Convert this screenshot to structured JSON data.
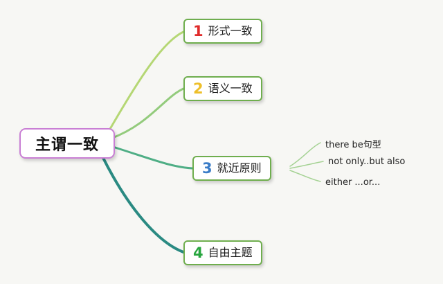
{
  "background_color": "#f7f7f4",
  "root": {
    "label": "主谓一致",
    "border_color": "#c97fd4"
  },
  "branch_border_color": "#6fae4e",
  "branches": [
    {
      "number": "1",
      "label": "形式一致",
      "number_color": "#e02b2b",
      "line_color": "#b5d774"
    },
    {
      "number": "2",
      "label": "语义一致",
      "number_color": "#eebf2a",
      "line_color": "#93cb7c"
    },
    {
      "number": "3",
      "label": "就近原则",
      "number_color": "#3a7cc7",
      "line_color": "#4fae85",
      "children": [
        "there be句型",
        "not only..but also",
        "either ...or..."
      ],
      "child_line_color": "#a5d294"
    },
    {
      "number": "4",
      "label": "自由主题",
      "number_color": "#27a53f",
      "line_color": "#2a8a82"
    }
  ]
}
